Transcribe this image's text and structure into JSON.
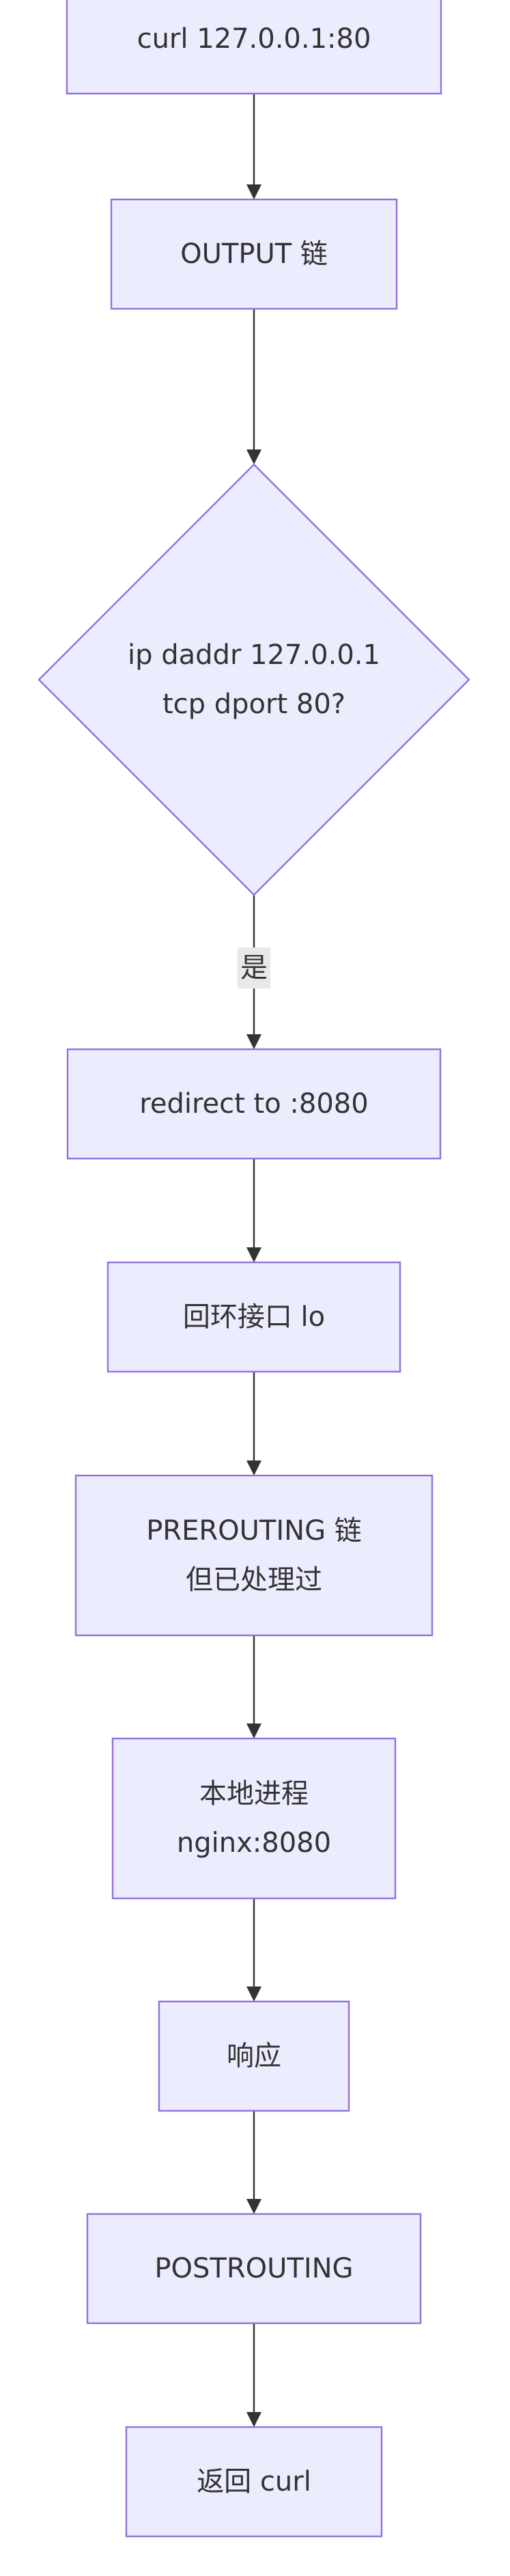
{
  "diagram": {
    "colors": {
      "node_fill": "#ECECFF",
      "node_stroke": "#9370DB",
      "edge": "#333333",
      "text": "#333333",
      "edge_label_bg": "#e8e8e8"
    },
    "nodes": [
      {
        "id": "curl",
        "shape": "rect",
        "lines": [
          "curl 127.0.0.1:80"
        ]
      },
      {
        "id": "output",
        "shape": "rect",
        "lines": [
          "OUTPUT 链"
        ]
      },
      {
        "id": "check",
        "shape": "diamond",
        "lines": [
          "ip daddr 127.0.0.1",
          "tcp dport 80?"
        ]
      },
      {
        "id": "redirect",
        "shape": "rect",
        "lines": [
          "redirect to :8080"
        ]
      },
      {
        "id": "loopback",
        "shape": "rect",
        "lines": [
          "回环接口 lo"
        ]
      },
      {
        "id": "prerouting",
        "shape": "rect",
        "lines": [
          "PREROUTING 链",
          "但已处理过"
        ]
      },
      {
        "id": "local-process",
        "shape": "rect",
        "lines": [
          "本地进程",
          "nginx:8080"
        ]
      },
      {
        "id": "response",
        "shape": "rect",
        "lines": [
          "响应"
        ]
      },
      {
        "id": "postrouting",
        "shape": "rect",
        "lines": [
          "POSTROUTING"
        ]
      },
      {
        "id": "return",
        "shape": "rect",
        "lines": [
          "返回 curl"
        ]
      }
    ],
    "edges": [
      {
        "from": "curl",
        "to": "output",
        "label": ""
      },
      {
        "from": "output",
        "to": "check",
        "label": ""
      },
      {
        "from": "check",
        "to": "redirect",
        "label": "是"
      },
      {
        "from": "redirect",
        "to": "loopback",
        "label": ""
      },
      {
        "from": "loopback",
        "to": "prerouting",
        "label": ""
      },
      {
        "from": "prerouting",
        "to": "local-process",
        "label": ""
      },
      {
        "from": "local-process",
        "to": "response",
        "label": ""
      },
      {
        "from": "response",
        "to": "postrouting",
        "label": ""
      },
      {
        "from": "postrouting",
        "to": "return",
        "label": ""
      }
    ]
  }
}
